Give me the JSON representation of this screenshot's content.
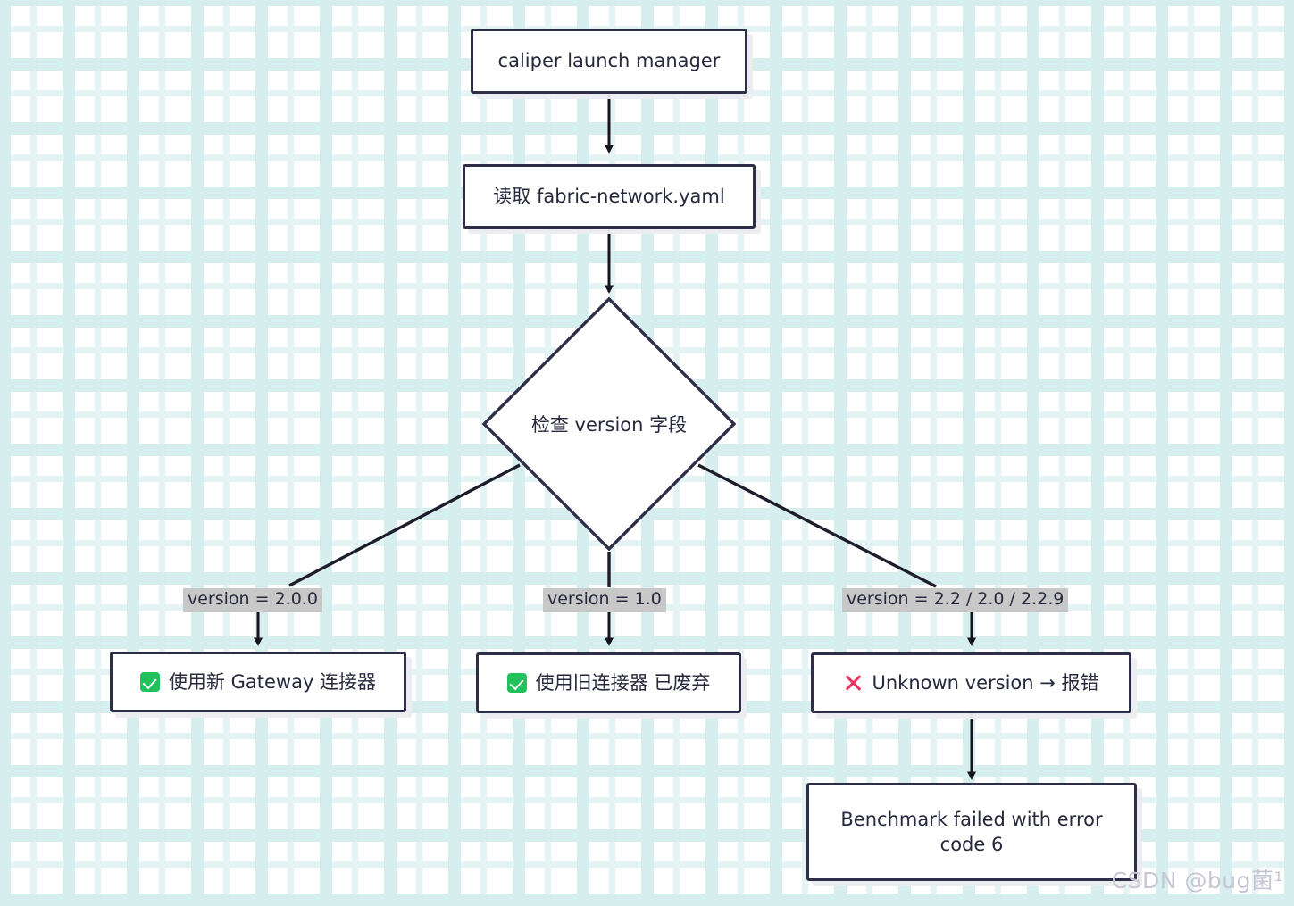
{
  "diagram": {
    "type": "flowchart",
    "title": "caliper launch manager version check flow",
    "nodes": [
      {
        "id": "start",
        "shape": "rect",
        "label": "caliper launch manager"
      },
      {
        "id": "read",
        "shape": "rect",
        "label": "读取 fabric-network.yaml"
      },
      {
        "id": "check",
        "shape": "diamond",
        "label": "检查 version 字段"
      },
      {
        "id": "gateway",
        "shape": "rect",
        "icon": "check-mark-icon",
        "label": "使用新 Gateway 连接器"
      },
      {
        "id": "legacy",
        "shape": "rect",
        "icon": "check-mark-icon",
        "label": "使用旧连接器 已废弃"
      },
      {
        "id": "unknown",
        "shape": "rect",
        "icon": "cross-mark-icon",
        "label": "Unknown version → 报错"
      },
      {
        "id": "failed",
        "shape": "rect",
        "label": "Benchmark failed with error code 6"
      }
    ],
    "edges": [
      {
        "from": "start",
        "to": "read",
        "label": ""
      },
      {
        "from": "read",
        "to": "check",
        "label": ""
      },
      {
        "from": "check",
        "to": "gateway",
        "label": "version = 2.0.0"
      },
      {
        "from": "check",
        "to": "legacy",
        "label": "version = 1.0"
      },
      {
        "from": "check",
        "to": "unknown",
        "label": "version = 2.2 / 2.0 / 2.2.9"
      },
      {
        "from": "unknown",
        "to": "failed",
        "label": ""
      }
    ]
  },
  "colors": {
    "node_border": "#2e2e48",
    "node_fill": "#ffffff",
    "text": "#27293d",
    "edge_label_bg": "#c8c8c8",
    "edge_stroke": "#1d1d2b",
    "ok_green": "#21c25c",
    "error_red": "#f0335c",
    "grid_cross": "#d7eeef",
    "watermark": "#c7c7d4"
  },
  "watermark": {
    "text": "CSDN @bug菌¹"
  }
}
